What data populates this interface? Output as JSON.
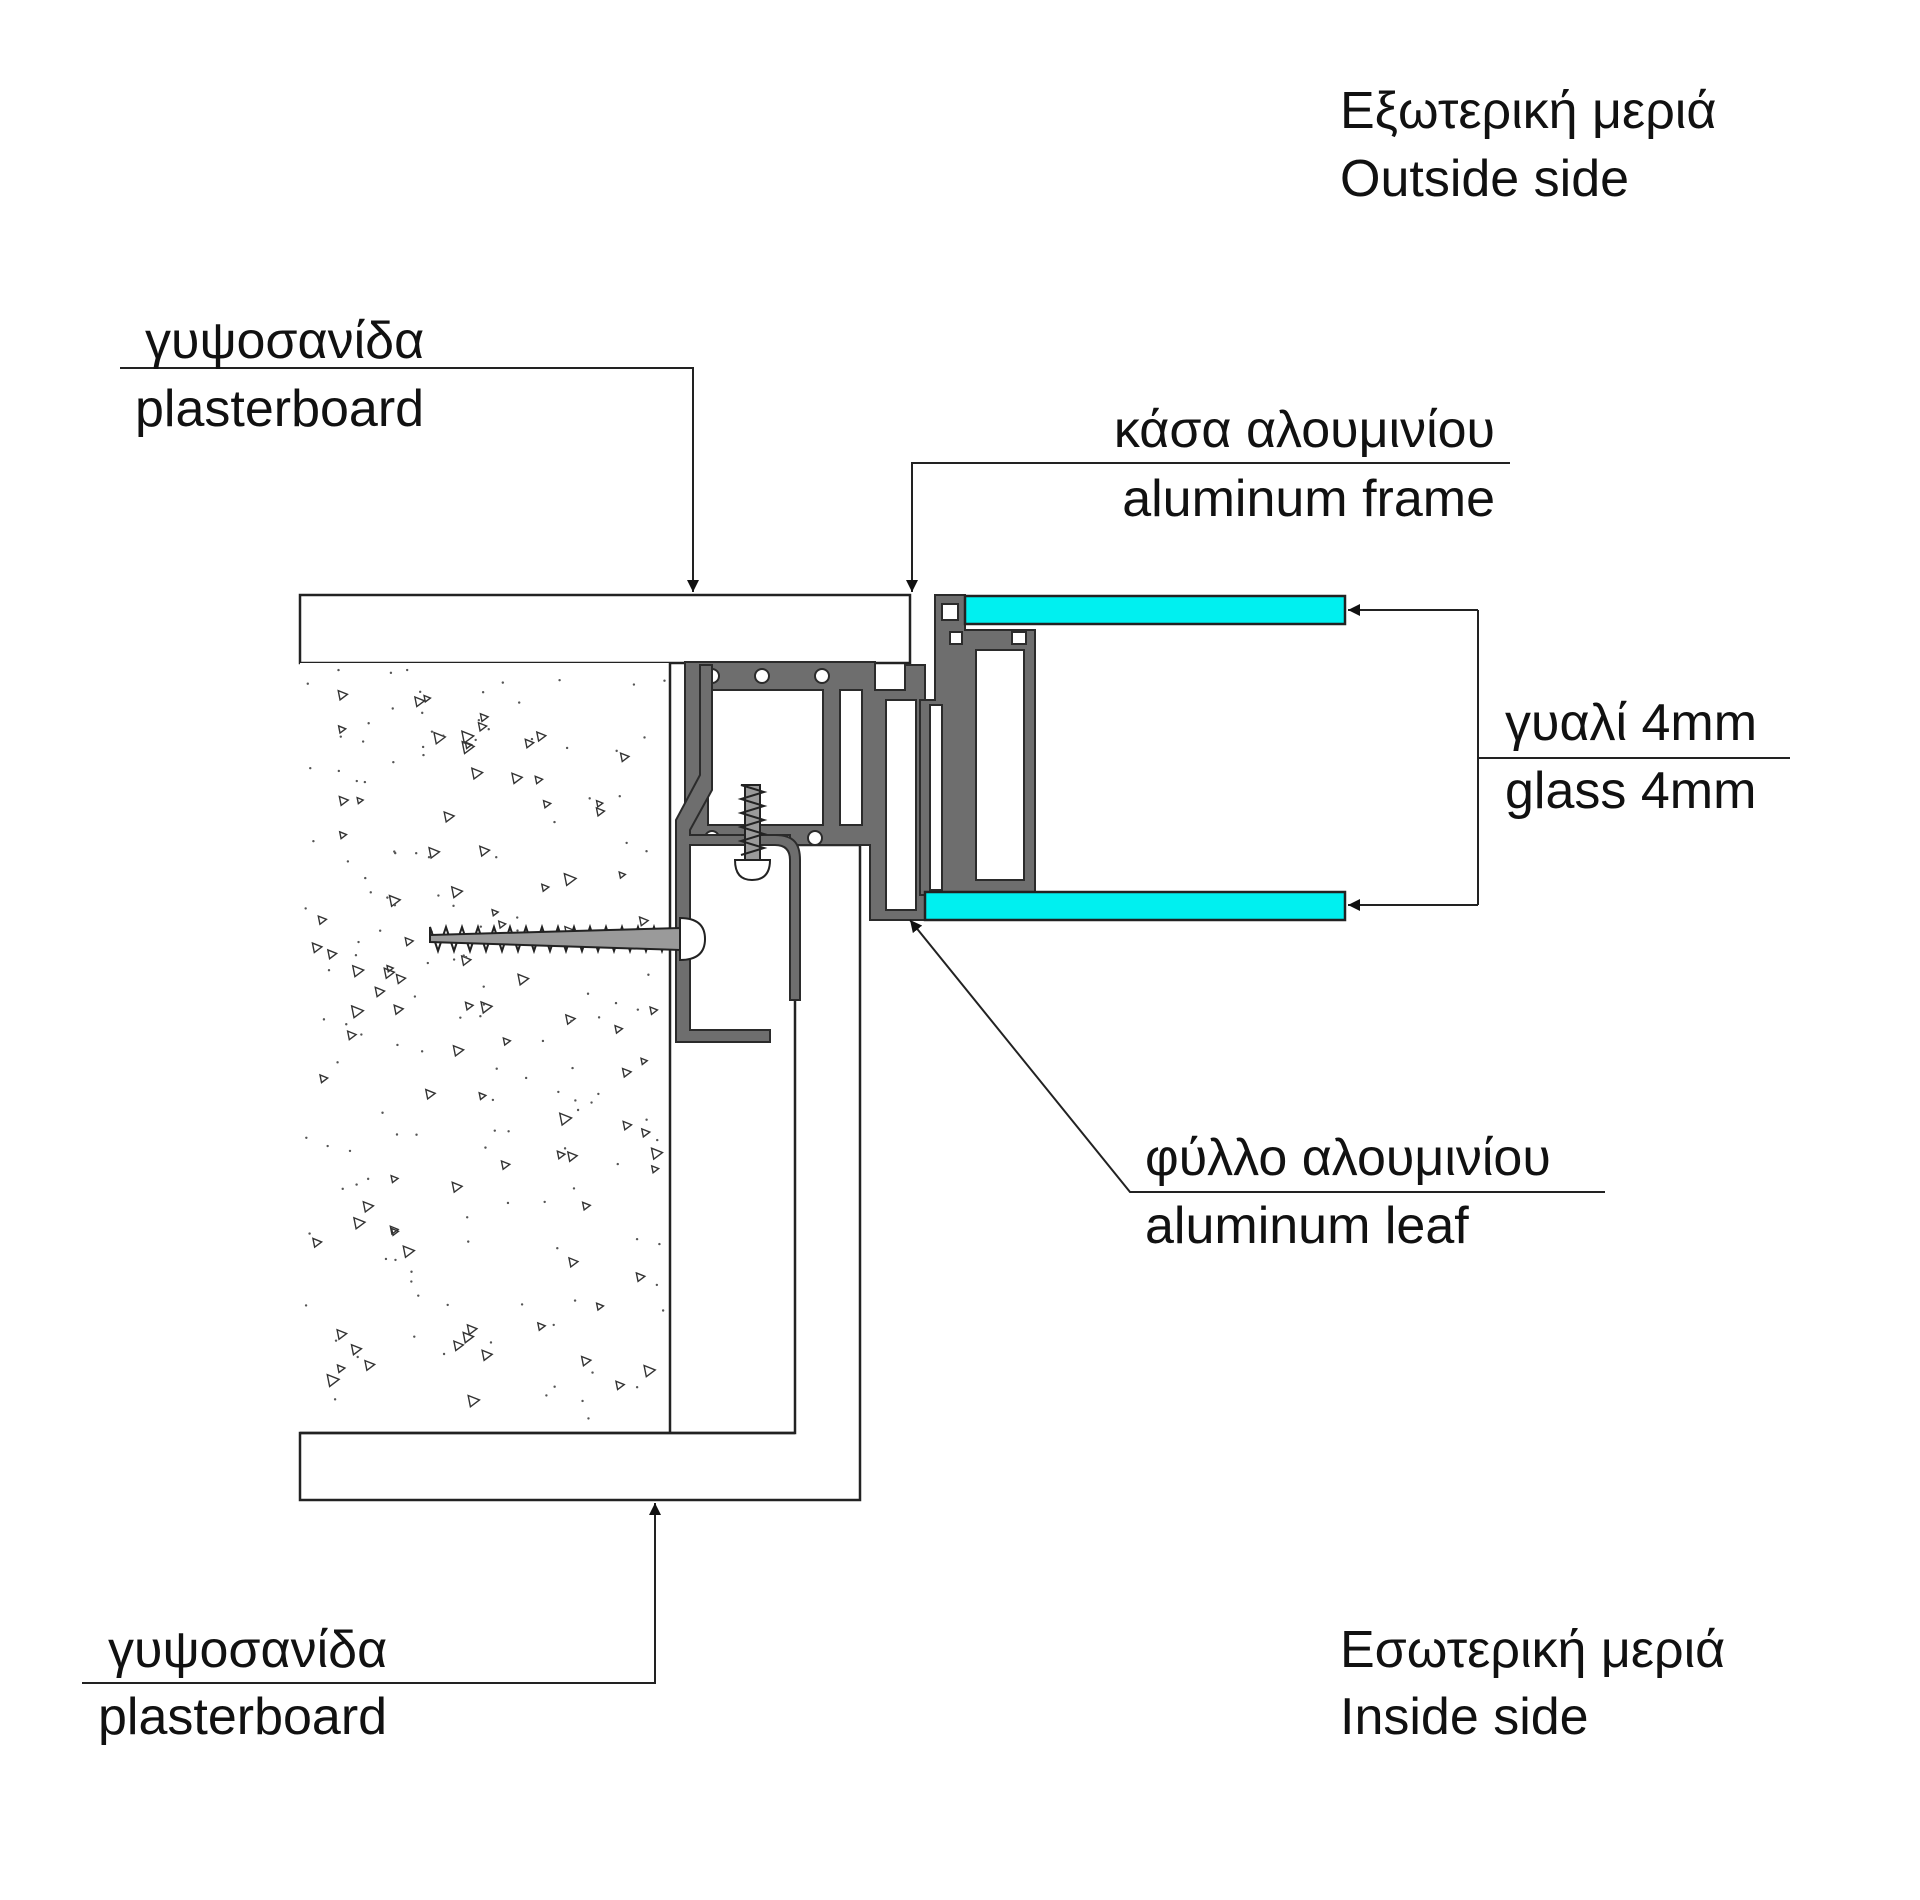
{
  "labels": {
    "outside": {
      "greek": "Εξωτερική μεριά",
      "english": "Outside side"
    },
    "inside": {
      "greek": "Εσωτερική μεριά",
      "english": "Inside side"
    },
    "plasterboard_top": {
      "greek": "γυψοσανίδα",
      "english": "plasterboard"
    },
    "plasterboard_bottom": {
      "greek": "γυψοσανίδα",
      "english": "plasterboard"
    },
    "aluminum_frame": {
      "greek": "κάσα αλουμινίου",
      "english": "aluminum frame"
    },
    "glass": {
      "greek": "γυαλί 4mm",
      "english": "glass 4mm"
    },
    "aluminum_leaf": {
      "greek": "φύλλο αλουμινίου",
      "english": "aluminum leaf"
    }
  },
  "colors": {
    "glass": "#00f0f0",
    "aluminum": "#6e6e6e",
    "line": "#222222"
  }
}
